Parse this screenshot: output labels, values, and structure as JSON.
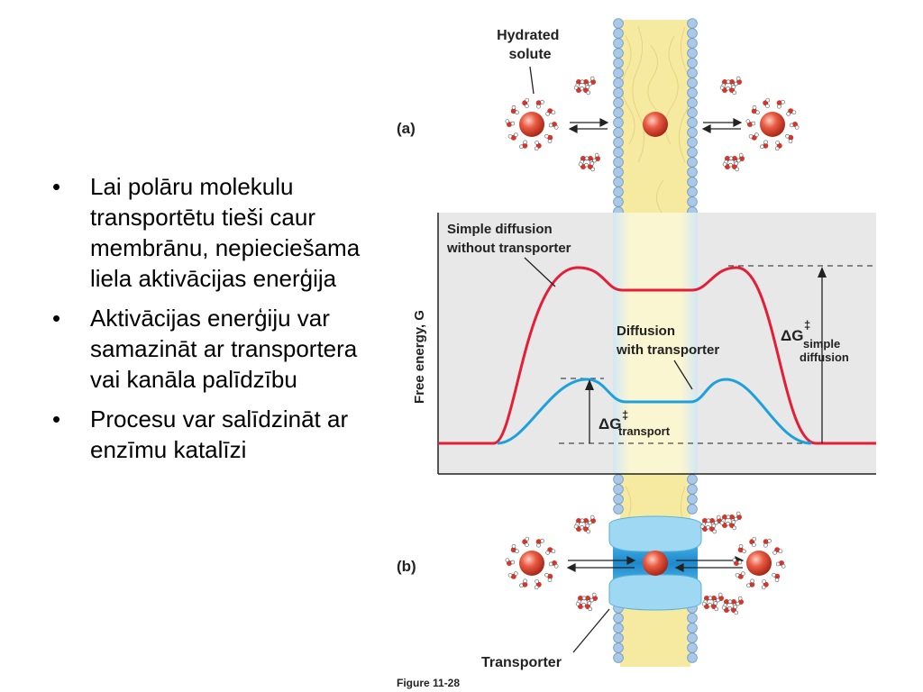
{
  "bullets": [
    "Lai polāru molekulu transportētu tieši caur membrānu, nepieciešama liela aktivācijas enerģija",
    "Aktivācijas enerģiju var samazināt ar transportera vai kanāla palīdzību",
    "Procesu var salīdzināt ar enzīmu katalīzi"
  ],
  "bullet_glyph": "•",
  "figure": {
    "panel_a": "(a)",
    "panel_b": "(b)",
    "hydrated_solute_line1": "Hydrated",
    "hydrated_solute_line2": "solute",
    "simple_line1": "Simple diffusion",
    "simple_line2": "without transporter",
    "with_line1": "Diffusion",
    "with_line2": "with transporter",
    "delta_g": "ΔG",
    "ddagger": "‡",
    "sub_simple1": "simple",
    "sub_simple2": "diffusion",
    "sub_transport": "transport",
    "y_axis": "Free energy, G",
    "transporter": "Transporter",
    "figure_label": "Figure 11-28"
  },
  "colors": {
    "red_curve": "#e31e36",
    "blue_curve": "#1ea0dc",
    "membrane": "#f6eaa0",
    "lipid_head": "#aac9e8",
    "graph_bg": "#e8e8e8",
    "solute": "#e8553e",
    "transporter": "#9fd8f2"
  }
}
